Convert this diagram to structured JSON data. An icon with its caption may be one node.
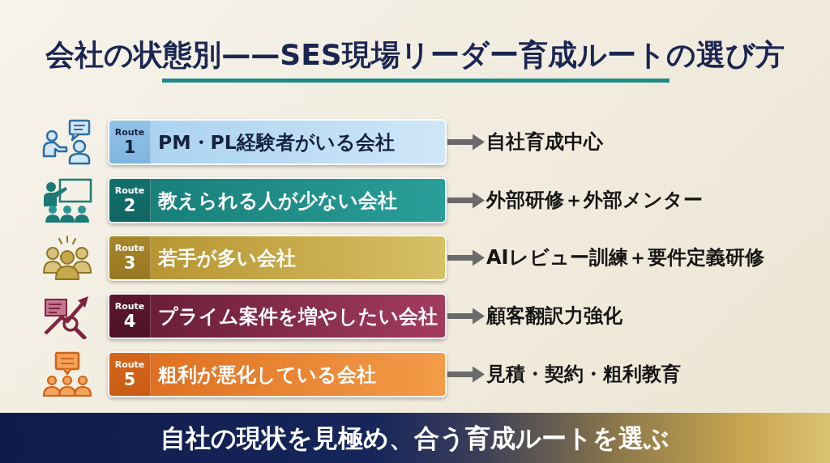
{
  "diagram": {
    "title": "会社の状態別——SES現場リーダー育成ルートの選び方",
    "caption": "自社の現状を見極め、合う育成ルートを選ぶ",
    "nodes": [
      {
        "text": [
          "Route",
          "1",
          "PM・PL経験者がいる会社"
        ]
      },
      {
        "text": [
          "自社育成中心"
        ]
      },
      {
        "text": [
          "Route",
          "2",
          "教えられる人が少ない会社"
        ]
      },
      {
        "text": [
          "外部研修＋外部メンター"
        ]
      },
      {
        "text": [
          "Route",
          "3",
          "若手が多い会社"
        ]
      },
      {
        "text": [
          "AIレビュー訓練＋要件定義研修"
        ]
      },
      {
        "text": [
          "Route",
          "4",
          "プライム案件を増やしたい会社"
        ]
      },
      {
        "text": [
          "顧客翻訳力強化"
        ]
      },
      {
        "text": [
          "Route",
          "5",
          "粗利が悪化している会社"
        ]
      },
      {
        "text": [
          "見積・契約・粗利教育"
        ]
      }
    ],
    "edges": [
      {
        "from": 0,
        "to": 1,
        "arrow": "to"
      },
      {
        "from": 2,
        "to": 3,
        "arrow": "to"
      },
      {
        "from": 4,
        "to": 5,
        "arrow": "to"
      },
      {
        "from": 6,
        "to": 7,
        "arrow": "to"
      },
      {
        "from": 8,
        "to": 9,
        "arrow": "to"
      }
    ]
  }
}
